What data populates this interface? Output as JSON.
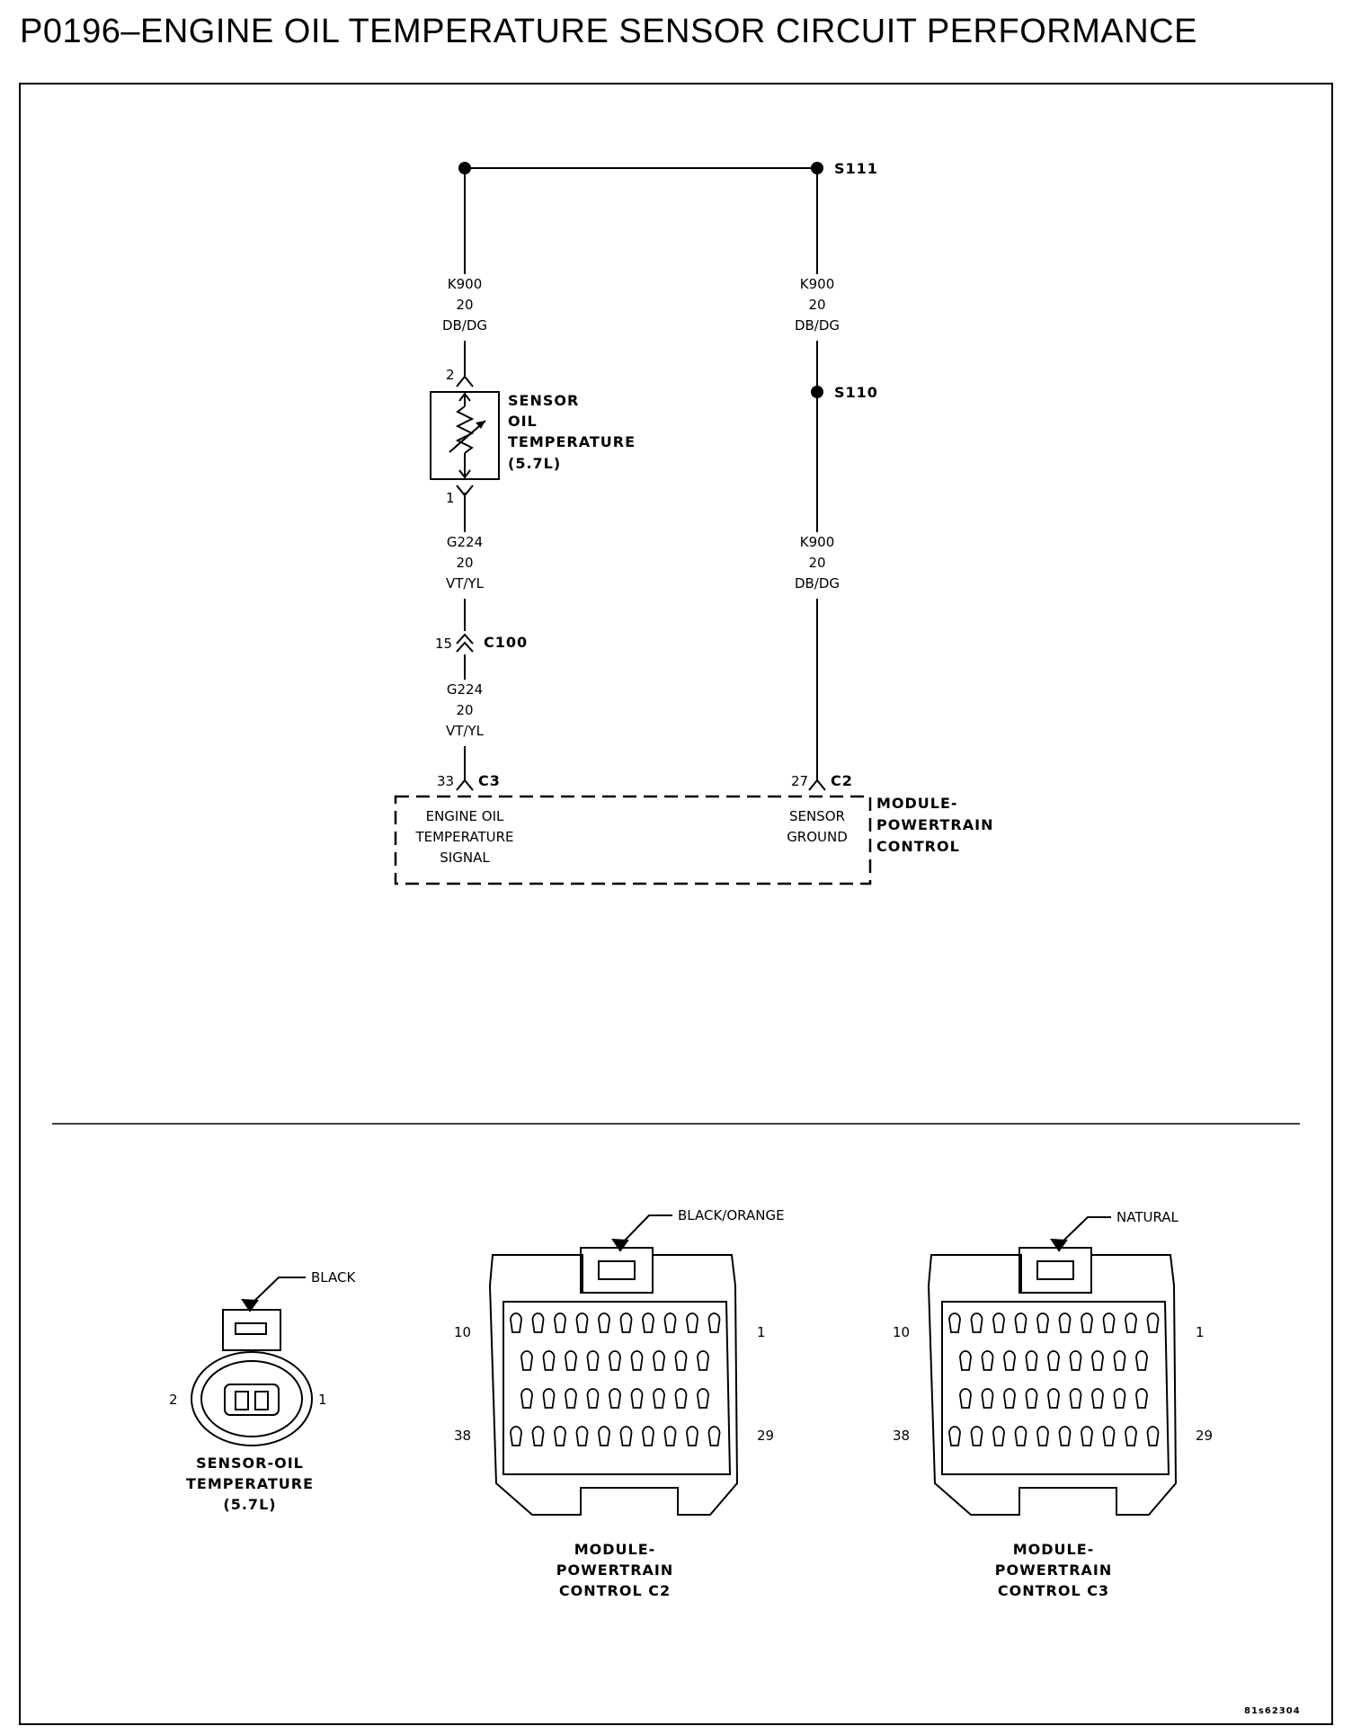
{
  "title": "P0196–ENGINE OIL TEMPERATURE SENSOR CIRCUIT PERFORMANCE",
  "splices": {
    "s111": "S111",
    "s110": "S110"
  },
  "wires": {
    "left_top": {
      "circuit": "K900",
      "gauge": "20",
      "color": "DB/DG"
    },
    "right_top": {
      "circuit": "K900",
      "gauge": "20",
      "color": "DB/DG"
    },
    "left_mid": {
      "circuit": "G224",
      "gauge": "20",
      "color": "VT/YL"
    },
    "right_mid": {
      "circuit": "K900",
      "gauge": "20",
      "color": "DB/DG"
    },
    "left_low": {
      "circuit": "G224",
      "gauge": "20",
      "color": "VT/YL"
    }
  },
  "sensor": {
    "pin_top": "2",
    "pin_bottom": "1",
    "label": [
      "SENSOR",
      "OIL",
      "TEMPERATURE",
      "(5.7L)"
    ]
  },
  "connector_c100": {
    "pin": "15",
    "name": "C100"
  },
  "pcm_pins": {
    "left": {
      "pin": "33",
      "connector": "C3"
    },
    "right": {
      "pin": "27",
      "connector": "C2"
    }
  },
  "pcm": {
    "label": [
      "MODULE-",
      "POWERTRAIN",
      "CONTROL"
    ],
    "signal_left": [
      "ENGINE OIL",
      "TEMPERATURE",
      "SIGNAL"
    ],
    "signal_right": [
      "SENSOR",
      "GROUND"
    ]
  },
  "connector_views": {
    "sensor": {
      "color": "BLACK",
      "pin_left": "2",
      "pin_right": "1",
      "label": [
        "SENSOR-OIL",
        "TEMPERATURE",
        "(5.7L)"
      ]
    },
    "c2": {
      "color": "BLACK/ORANGE",
      "pin_tl": "10",
      "pin_tr": "1",
      "pin_bl": "38",
      "pin_br": "29",
      "label": [
        "MODULE-",
        "POWERTRAIN",
        "CONTROL C2"
      ]
    },
    "c3": {
      "color": "NATURAL",
      "pin_tl": "10",
      "pin_tr": "1",
      "pin_bl": "38",
      "pin_br": "29",
      "label": [
        "MODULE-",
        "POWERTRAIN",
        "CONTROL C3"
      ]
    }
  },
  "figure_id": "81s62304"
}
